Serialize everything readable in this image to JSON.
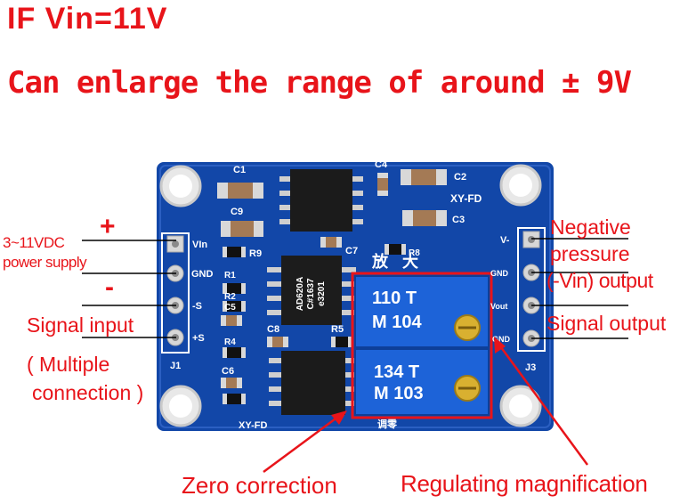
{
  "headline_1": "IF Vin=11V",
  "headline_2": "Can enlarge the range of around ± 9V",
  "annotations": {
    "plus_sign": "+",
    "minus_sign": "-",
    "power_supply_line1": "3~11VDC",
    "power_supply_line2": "power supply",
    "signal_input": "Signal input",
    "multiple_line1": "( Multiple",
    "multiple_line2": "connection )",
    "negative_line1": "Negative",
    "negative_line2": "pressure",
    "negative_line3": "(-Vin) output",
    "signal_output": "Signal output",
    "zero_correction": "Zero correction",
    "regulating_magnification": "Regulating magnification"
  },
  "board": {
    "silk_c1": "C1",
    "silk_c2": "C2",
    "silk_c3": "C3",
    "silk_c4": "C4",
    "silk_c5": "C5",
    "silk_c6": "C6",
    "silk_c7": "C7",
    "silk_c8": "C8",
    "silk_c9": "C9",
    "silk_r1": "R1",
    "silk_r2": "R2",
    "silk_r4": "R4",
    "silk_r5": "R5",
    "silk_r8": "R8",
    "silk_r9": "R9",
    "silk_j1": "J1",
    "silk_j3": "J3",
    "silk_model_top": "XY-FD",
    "silk_model_bottom": "XY-FD",
    "pin_vin": "VIn",
    "pin_gnd_left": "GND",
    "pin_minus_s": "-S",
    "pin_plus_s": "+S",
    "pin_v_minus": "V-",
    "pin_gnd_right": "GND",
    "pin_vout": "Vout",
    "pin_gnd_right2": "GND",
    "chip_label_1": "AD620A",
    "chip_label_2": "C#1637",
    "chip_label_3": "e3201",
    "chinese_mark_1": "放",
    "chinese_mark_2": "大",
    "trimmer_top_line1": "110  T",
    "trimmer_top_line2": "M  104",
    "trimmer_bottom_line1": "134  T",
    "trimmer_bottom_line2": "M  103",
    "bottom_silk": "调零"
  },
  "colors": {
    "annotation_red": "#e8141a",
    "pcb_blue": "#1247a8",
    "trimmer_blue": "#1d63d8",
    "brass": "#d9b030"
  }
}
